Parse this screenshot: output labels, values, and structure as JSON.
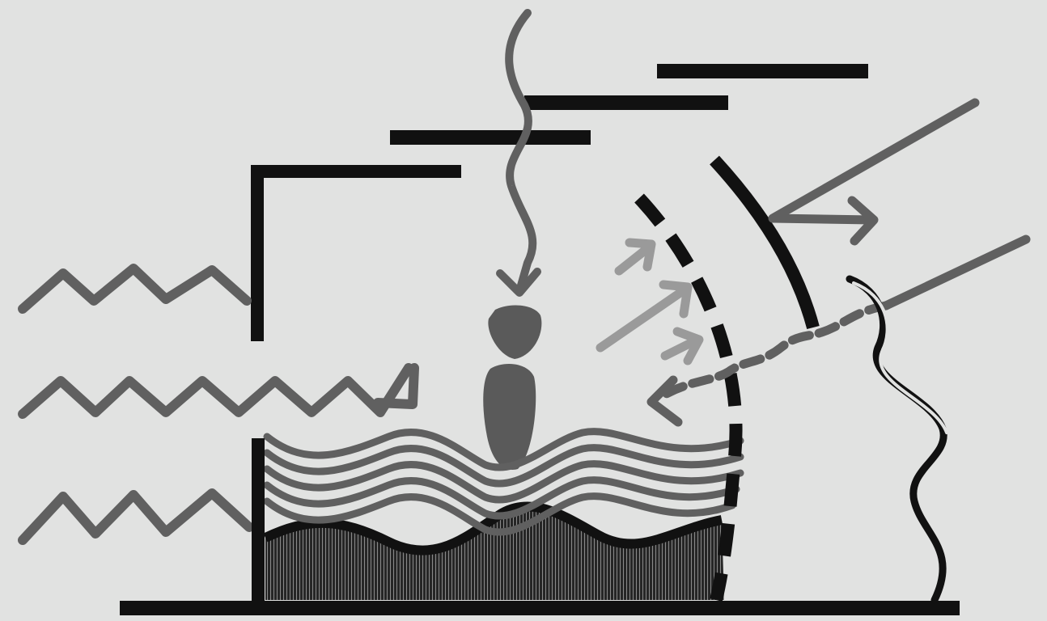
{
  "diagram": {
    "colors": {
      "background": "#e1e2e1",
      "ink_black": "#111111",
      "ink_dark_gray": "#606060",
      "ink_light_gray": "#9a9a9a",
      "fill_dark": "#262626",
      "stone": "#5a5a5a",
      "stripe_light": "#e1e2e1"
    },
    "elements": [
      "ground-line",
      "roof-planes",
      "l-shaped-wall",
      "zigzag-arrows",
      "wavy-arrow-down",
      "stacked-stones",
      "wave-bands",
      "textured-mass",
      "dashed-arcs",
      "diagonal-arrows",
      "dotted-wave-arrow",
      "ribbon"
    ]
  }
}
